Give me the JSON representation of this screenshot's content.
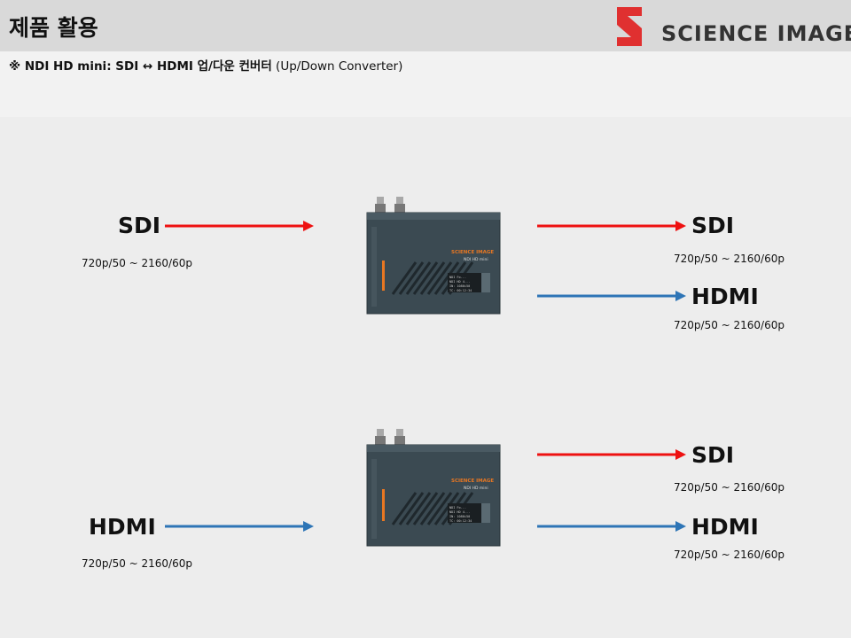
{
  "header": {
    "title": "제품 활용",
    "brand": "SCIENCE IMAGE"
  },
  "subtitle": {
    "bold": "※ NDI HD mini: SDI ↔ HDMI 업/다운 컨버터",
    "normal": " (Up/Down Converter)"
  },
  "colors": {
    "sdi": "#ee1111",
    "hdmi": "#2e75b6",
    "logo": "#e03030"
  },
  "device": {
    "brand": "SCIENCE IMAGE",
    "model": "NDI  HD mini",
    "screen_lines": [
      "NDI Fo...",
      "NDI HD 4...",
      "IN: 1080i50",
      "TC: 00:12:34"
    ]
  },
  "diagram1": {
    "input": {
      "label": "SDI",
      "res": "720p/50 ~ 2160/60p"
    },
    "outputs": [
      {
        "label": "SDI",
        "res": "720p/50 ~ 2160/60p"
      },
      {
        "label": "HDMI",
        "res": "720p/50 ~ 2160/60p"
      }
    ]
  },
  "diagram2": {
    "input": {
      "label": "HDMI",
      "res": "720p/50 ~ 2160/60p"
    },
    "outputs": [
      {
        "label": "SDI",
        "res": "720p/50 ~ 2160/60p"
      },
      {
        "label": "HDMI",
        "res": "720p/50 ~ 2160/60p"
      }
    ]
  }
}
